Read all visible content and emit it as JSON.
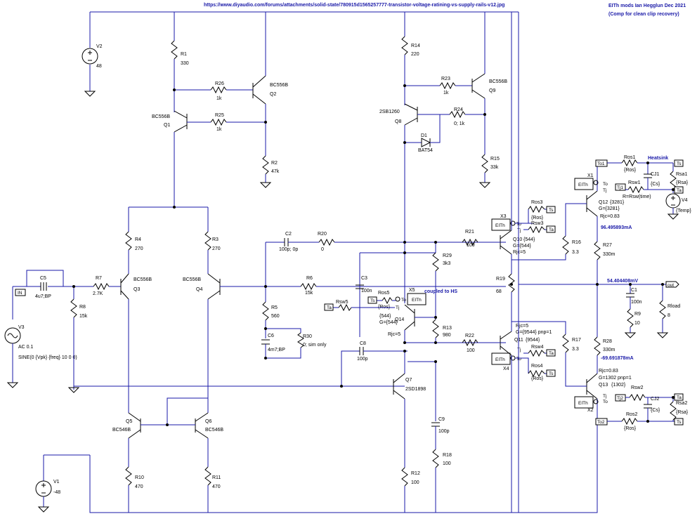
{
  "header": {
    "url": "https://www.diyaudio.com/forums/attachments/solid-state/780915d1565257777-transistor-voltage-ratining-vs-supply-rails-v12.jpg",
    "title_line1": "EITh mods Ian Hegglun Dec 2021",
    "title_line2": "(Comp for clean clip recovery)"
  },
  "colors": {
    "wire": "#1a1aa8",
    "component": "#000000",
    "background": "#ffffff"
  },
  "labels": {
    "v2": "V2",
    "v2_val": "48",
    "v3": "V3",
    "v3_val": "AC 0.1",
    "v3_sine": "SINE(0 {Vpk} {freq} 10 0 0)",
    "v1": "V1",
    "v1_val": "-48",
    "v4": "V4",
    "v4_val": "{Temp}",
    "r1": "R1",
    "r1_val": "330",
    "r26": "R26",
    "r26_val": "1k",
    "r25": "R25",
    "r25_val": "1k",
    "r2": "R2",
    "r2_val": "47k",
    "q2_model": "BC556B",
    "q2": "Q2",
    "q1_model": "BC556B",
    "q1": "Q1",
    "r4": "R4",
    "r4_val": "270",
    "r3": "R3",
    "r3_val": "270",
    "q3_model": "BC556B",
    "q3": "Q3",
    "q4_model": "BC556B",
    "q4": "Q4",
    "c5": "C5",
    "c5_val": "4u7;BP",
    "in": "IN",
    "r7": "R7",
    "r7_val": "2.7K",
    "r8": "R8",
    "r8_val": "15k",
    "c2": "C2",
    "c2_val": "100p; 0p",
    "r20": "R20",
    "r20_val": "0",
    "r6": "R6",
    "r6_val": "15k",
    "r5": "R5",
    "r5_val": "560",
    "c6": "C6",
    "c6_val": "4m7;BP",
    "r30": "R30",
    "r30_val": "0; sim only",
    "c8": "C8",
    "c8_val": "100p",
    "q5": "Q5",
    "q5_model": "BC546B",
    "q6": "Q6",
    "q6_model": "BC546B",
    "r10": "R10",
    "r10_val": "470",
    "r11": "R11",
    "r11_val": "470",
    "r14": "R14",
    "r14_val": "220",
    "r23": "R23",
    "r23_val": "1k",
    "q9_model": "BC556B",
    "q9": "Q9",
    "q8_model": "2SB1260",
    "q8": "Q8",
    "r24": "R24",
    "r24_val": "0; 1k",
    "d1": "D1",
    "d1_model": "BAT54",
    "r15": "R15",
    "r15_val": "33k",
    "c3": "C3",
    "c3_val": "100n",
    "r29": "R29",
    "r29_val": "3k3",
    "rsw5": "Rsw5",
    "ros5": "Ros5",
    "ros5_val": "{Ros}",
    "x5": "X5",
    "coupled": "coupled to HS",
    "q14": "Q14",
    "x5_params": "{544}",
    "x5_g": "G={544}",
    "x5_rjc": "Rjc=5",
    "r13": "R13",
    "r13_val": "980",
    "q7": "Q7",
    "q7_model": "2SD1898",
    "c9": "C9",
    "c9_val": "100p",
    "r18": "R18",
    "r18_val": "100",
    "r12": "R12",
    "r12_val": "100",
    "r21": "R21",
    "r21_val": "100",
    "r22": "R22",
    "r22_val": "100",
    "x3": "X3",
    "ros3": "Ros3",
    "ros3_val": "{Ros}",
    "rsw3": "Rsw3",
    "q10": "Q10",
    "q10_p": "{544}",
    "q10_g": "G={544}",
    "q10_rjc": "Rjc=5",
    "x4": "X4",
    "ros4": "Ros4",
    "ros4_val": "{Ros}",
    "rsw4": "Rsw4",
    "q11": "Q11",
    "q11_p": "{9544}",
    "q11_g": "G={9544} pnp=1",
    "q11_rjc": "Rjc=5",
    "r16": "R16",
    "r16_val": "3.3",
    "r17": "R17",
    "r17_val": "3.3",
    "r19": "R19",
    "r19_val": "68",
    "r27": "R27",
    "r27_val": "330m",
    "r28": "R28",
    "r28_val": "330m",
    "i_top": "96.495893mA",
    "i_bot": "-69.691878mA",
    "v_out": "54.404408mV",
    "out": "out",
    "c1": "C1",
    "c1_val": "100n",
    "r9": "R9",
    "r9_val": "10",
    "rload": "Rload",
    "rload_val": "8",
    "x1": "X1",
    "ros1": "Ros1",
    "ros1_val": "{Ros}",
    "heatsink": "Heatsink",
    "cj1": "CJ1",
    "cj1_val": "{Cs}",
    "rsa1": "Rsa1",
    "rsa1_val": "{Rsa}",
    "rsw1": "Rsw1",
    "rsw1_expr": "R=Rsw(time)",
    "q12": "Q12",
    "q12_p": "{3281}",
    "q12_g": "G={3281}",
    "q12_rjc": "Rjc=0.83",
    "x2": "X2",
    "q13": "Q13",
    "q13_p": "{1302}",
    "q13_g": "G=1302 pnp=1",
    "q13_rjc": "Rjc=0.83",
    "rsw2": "Rsw2",
    "cj2": "CJ2",
    "cj2_val": "{Cs}",
    "rsa2": "Rsa2",
    "rsa2_val": "{Rsa}",
    "ros2": "Ros2",
    "ros2_val": "{Ros}",
    "eith": "EITh",
    "pin_to": "To",
    "pin_tj": "Tj",
    "flag_ts": "Ts",
    "flag_ta": "Ta",
    "flag_to1": "To1",
    "flag_to2": "To2",
    "flag_tj1": "Tj1",
    "flag_tj2": "Tj2"
  }
}
